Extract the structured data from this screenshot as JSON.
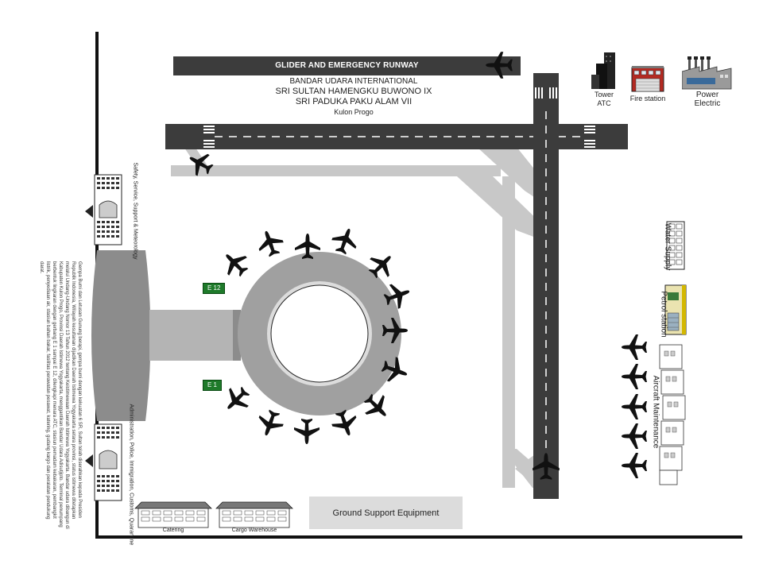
{
  "glider_runway": {
    "label": "GLIDER AND EMERGENCY RUNWAY"
  },
  "airport_name": {
    "line1": "BANDAR UDARA INTERNATIONAL",
    "line2": "SRI SULTAN HAMENGKU BUWONO IX",
    "line3": "SRI PADUKA PAKU ALAM VII",
    "line4": "Kulon Progo"
  },
  "facilities": {
    "tower": {
      "line1": "Tower",
      "line2": "ATC",
      "icon": "tower-icon"
    },
    "fire_station": {
      "label": "Fire station",
      "icon": "fire-station-icon"
    },
    "power": {
      "line1": "Power",
      "line2": "Electric",
      "icon": "power-plant-icon"
    },
    "water_supply": {
      "label": "Water Supply"
    },
    "petrol_station": {
      "label": "Petrol station"
    },
    "aircraft_maintenance": {
      "label": "Aircraft Maintenance"
    },
    "catering": {
      "label": "Catering"
    },
    "cargo_warehouse": {
      "label": "Cargo Warehouse"
    },
    "ground_support": {
      "label": "Ground Support Equipment"
    },
    "safety_building": {
      "label": "Safety, Service, Support & Meteorology"
    },
    "admin_building": {
      "label": "Administration, Police, Immigration, Customs, Quarantine"
    }
  },
  "gates": {
    "upper": "E 12",
    "lower": "E 1"
  },
  "side_note": "Gempa Bumi dan Letusan Gunung berapi, gempa bumi dengan kekuatan 6 SR, Sultan telah diserahkan kepada Presiden Republik Indonesia, Wilayah kesultanan dijadikan Daerah Istimewa Yogyakarta setara provinsi, status istimewa ditetapkan melalui Undang-Undang Nomor 13 Tahun 2012 tentang Keistimewaan Daerah Istimewa Yogyakarta. Bandar udara dibangun di Kabupaten Kulon Progo, Provinsi Daerah Istimewa Yogyakarta, menggantikan Bandar Udara Adisutjipto. Terminal penumpang berbentuk lingkaran dengan gerbang E 1 sampai E 12, dilengkapi menara ATC, stasiun pemadam kebakaran, pembangkit listrik, penyediaan air, stasiun bahan bakar, fasilitas perawatan pesawat, katering, gudang kargo dan peralatan pendukung darat.",
  "colors": {
    "runway": "#3c3c3c",
    "taxiway": "#c8c8c8",
    "terminal_ring": "#a0a0a0",
    "gate_sign": "#1e7a2a",
    "gse_box": "#dcdcdc"
  }
}
